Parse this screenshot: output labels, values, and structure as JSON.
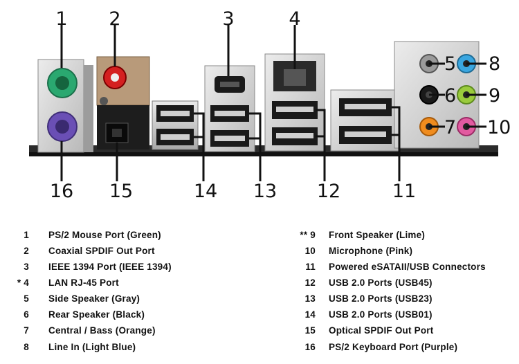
{
  "callouts": [
    "1",
    "2",
    "3",
    "4",
    "5",
    "6",
    "7",
    "8",
    "9",
    "10",
    "11",
    "12",
    "13",
    "14",
    "15",
    "16"
  ],
  "legend": {
    "left": [
      {
        "num": "1",
        "label": "PS/2 Mouse Port (Green)"
      },
      {
        "num": "2",
        "label": "Coaxial SPDIF Out Port"
      },
      {
        "num": "3",
        "label": "IEEE 1394 Port (IEEE 1394)"
      },
      {
        "num": "* 4",
        "label": "LAN RJ-45 Port"
      },
      {
        "num": "5",
        "label": "Side Speaker (Gray)"
      },
      {
        "num": "6",
        "label": "Rear Speaker (Black)"
      },
      {
        "num": "7",
        "label": "Central / Bass (Orange)"
      },
      {
        "num": "8",
        "label": "Line In (Light Blue)"
      }
    ],
    "right": [
      {
        "num": "** 9",
        "label": "Front Speaker (Lime)"
      },
      {
        "num": "10",
        "label": "Microphone (Pink)"
      },
      {
        "num": "11",
        "label": "Powered eSATAII/USB Connectors"
      },
      {
        "num": "12",
        "label": "USB 2.0 Ports (USB45)"
      },
      {
        "num": "13",
        "label": "USB 2.0 Ports (USB23)"
      },
      {
        "num": "14",
        "label": "USB 2.0 Ports (USB01)"
      },
      {
        "num": "15",
        "label": "Optical SPDIF Out Port"
      },
      {
        "num": "16",
        "label": "PS/2 Keyboard Port (Purple)"
      }
    ]
  },
  "colors": {
    "ps2_mouse": "#2aa870",
    "ps2_keyboard": "#6a4fb5",
    "coax_spdif": "#d42020",
    "side_speaker": "#9a9a9a",
    "rear_speaker": "#1a1a1a",
    "center_bass": "#f08c1e",
    "line_in": "#3aa6e0",
    "front_speaker": "#9acb3c",
    "microphone": "#e25aa0",
    "panel_metal": "#d9d9d9",
    "board": "#2b2b2b"
  }
}
